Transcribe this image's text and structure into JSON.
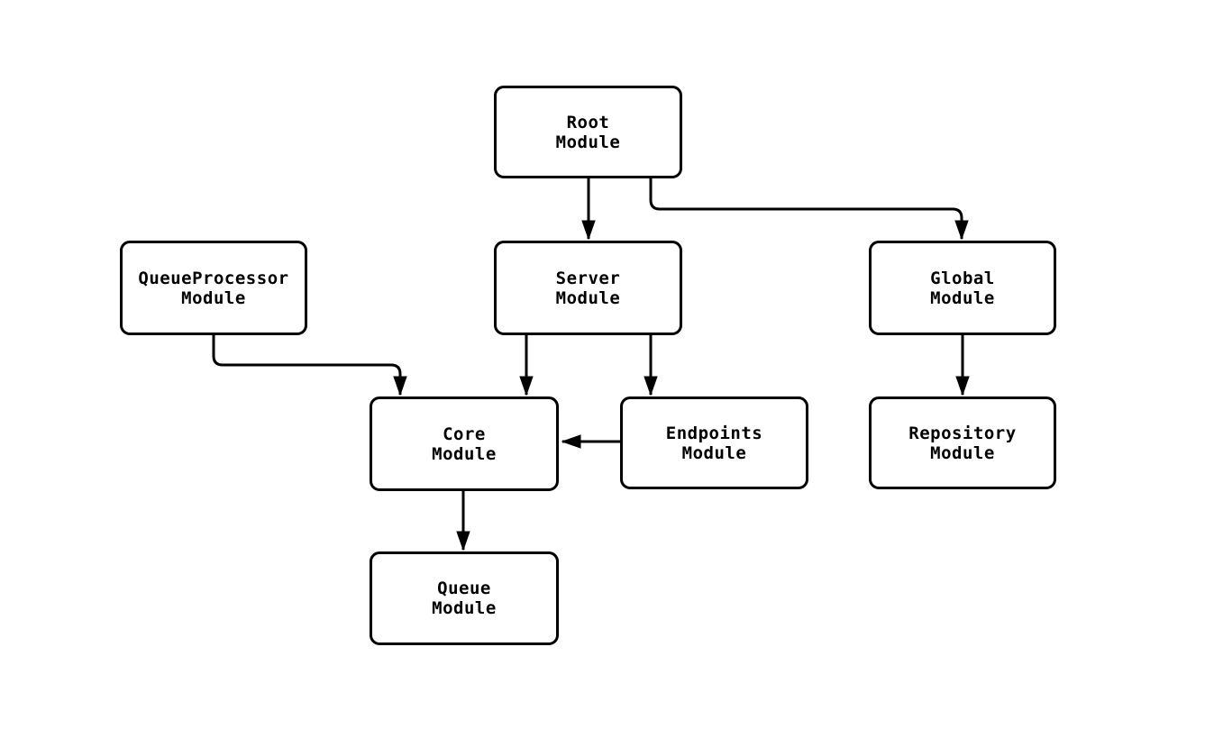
{
  "diagram": {
    "type": "flowchart",
    "background_color": "#ffffff",
    "node_border_color": "#000000",
    "node_fill_color": "#ffffff",
    "edge_color": "#000000",
    "text_color": "#000000",
    "nodes": [
      {
        "id": "root",
        "line1": "Root",
        "line2": "Module"
      },
      {
        "id": "queueprocessor",
        "line1": "QueueProcessor",
        "line2": "Module"
      },
      {
        "id": "server",
        "line1": "Server",
        "line2": "Module"
      },
      {
        "id": "global",
        "line1": "Global",
        "line2": "Module"
      },
      {
        "id": "core",
        "line1": "Core",
        "line2": "Module"
      },
      {
        "id": "endpoints",
        "line1": "Endpoints",
        "line2": "Module"
      },
      {
        "id": "repository",
        "line1": "Repository",
        "line2": "Module"
      },
      {
        "id": "queue",
        "line1": "Queue",
        "line2": "Module"
      }
    ],
    "edges": [
      {
        "from": "Root Module",
        "to": "Server Module"
      },
      {
        "from": "Root Module",
        "to": "Global Module"
      },
      {
        "from": "QueueProcessor Module",
        "to": "Core Module"
      },
      {
        "from": "Server Module",
        "to": "Core Module"
      },
      {
        "from": "Server Module",
        "to": "Endpoints Module"
      },
      {
        "from": "Global Module",
        "to": "Repository Module"
      },
      {
        "from": "Endpoints Module",
        "to": "Core Module"
      },
      {
        "from": "Core Module",
        "to": "Queue Module"
      }
    ]
  }
}
